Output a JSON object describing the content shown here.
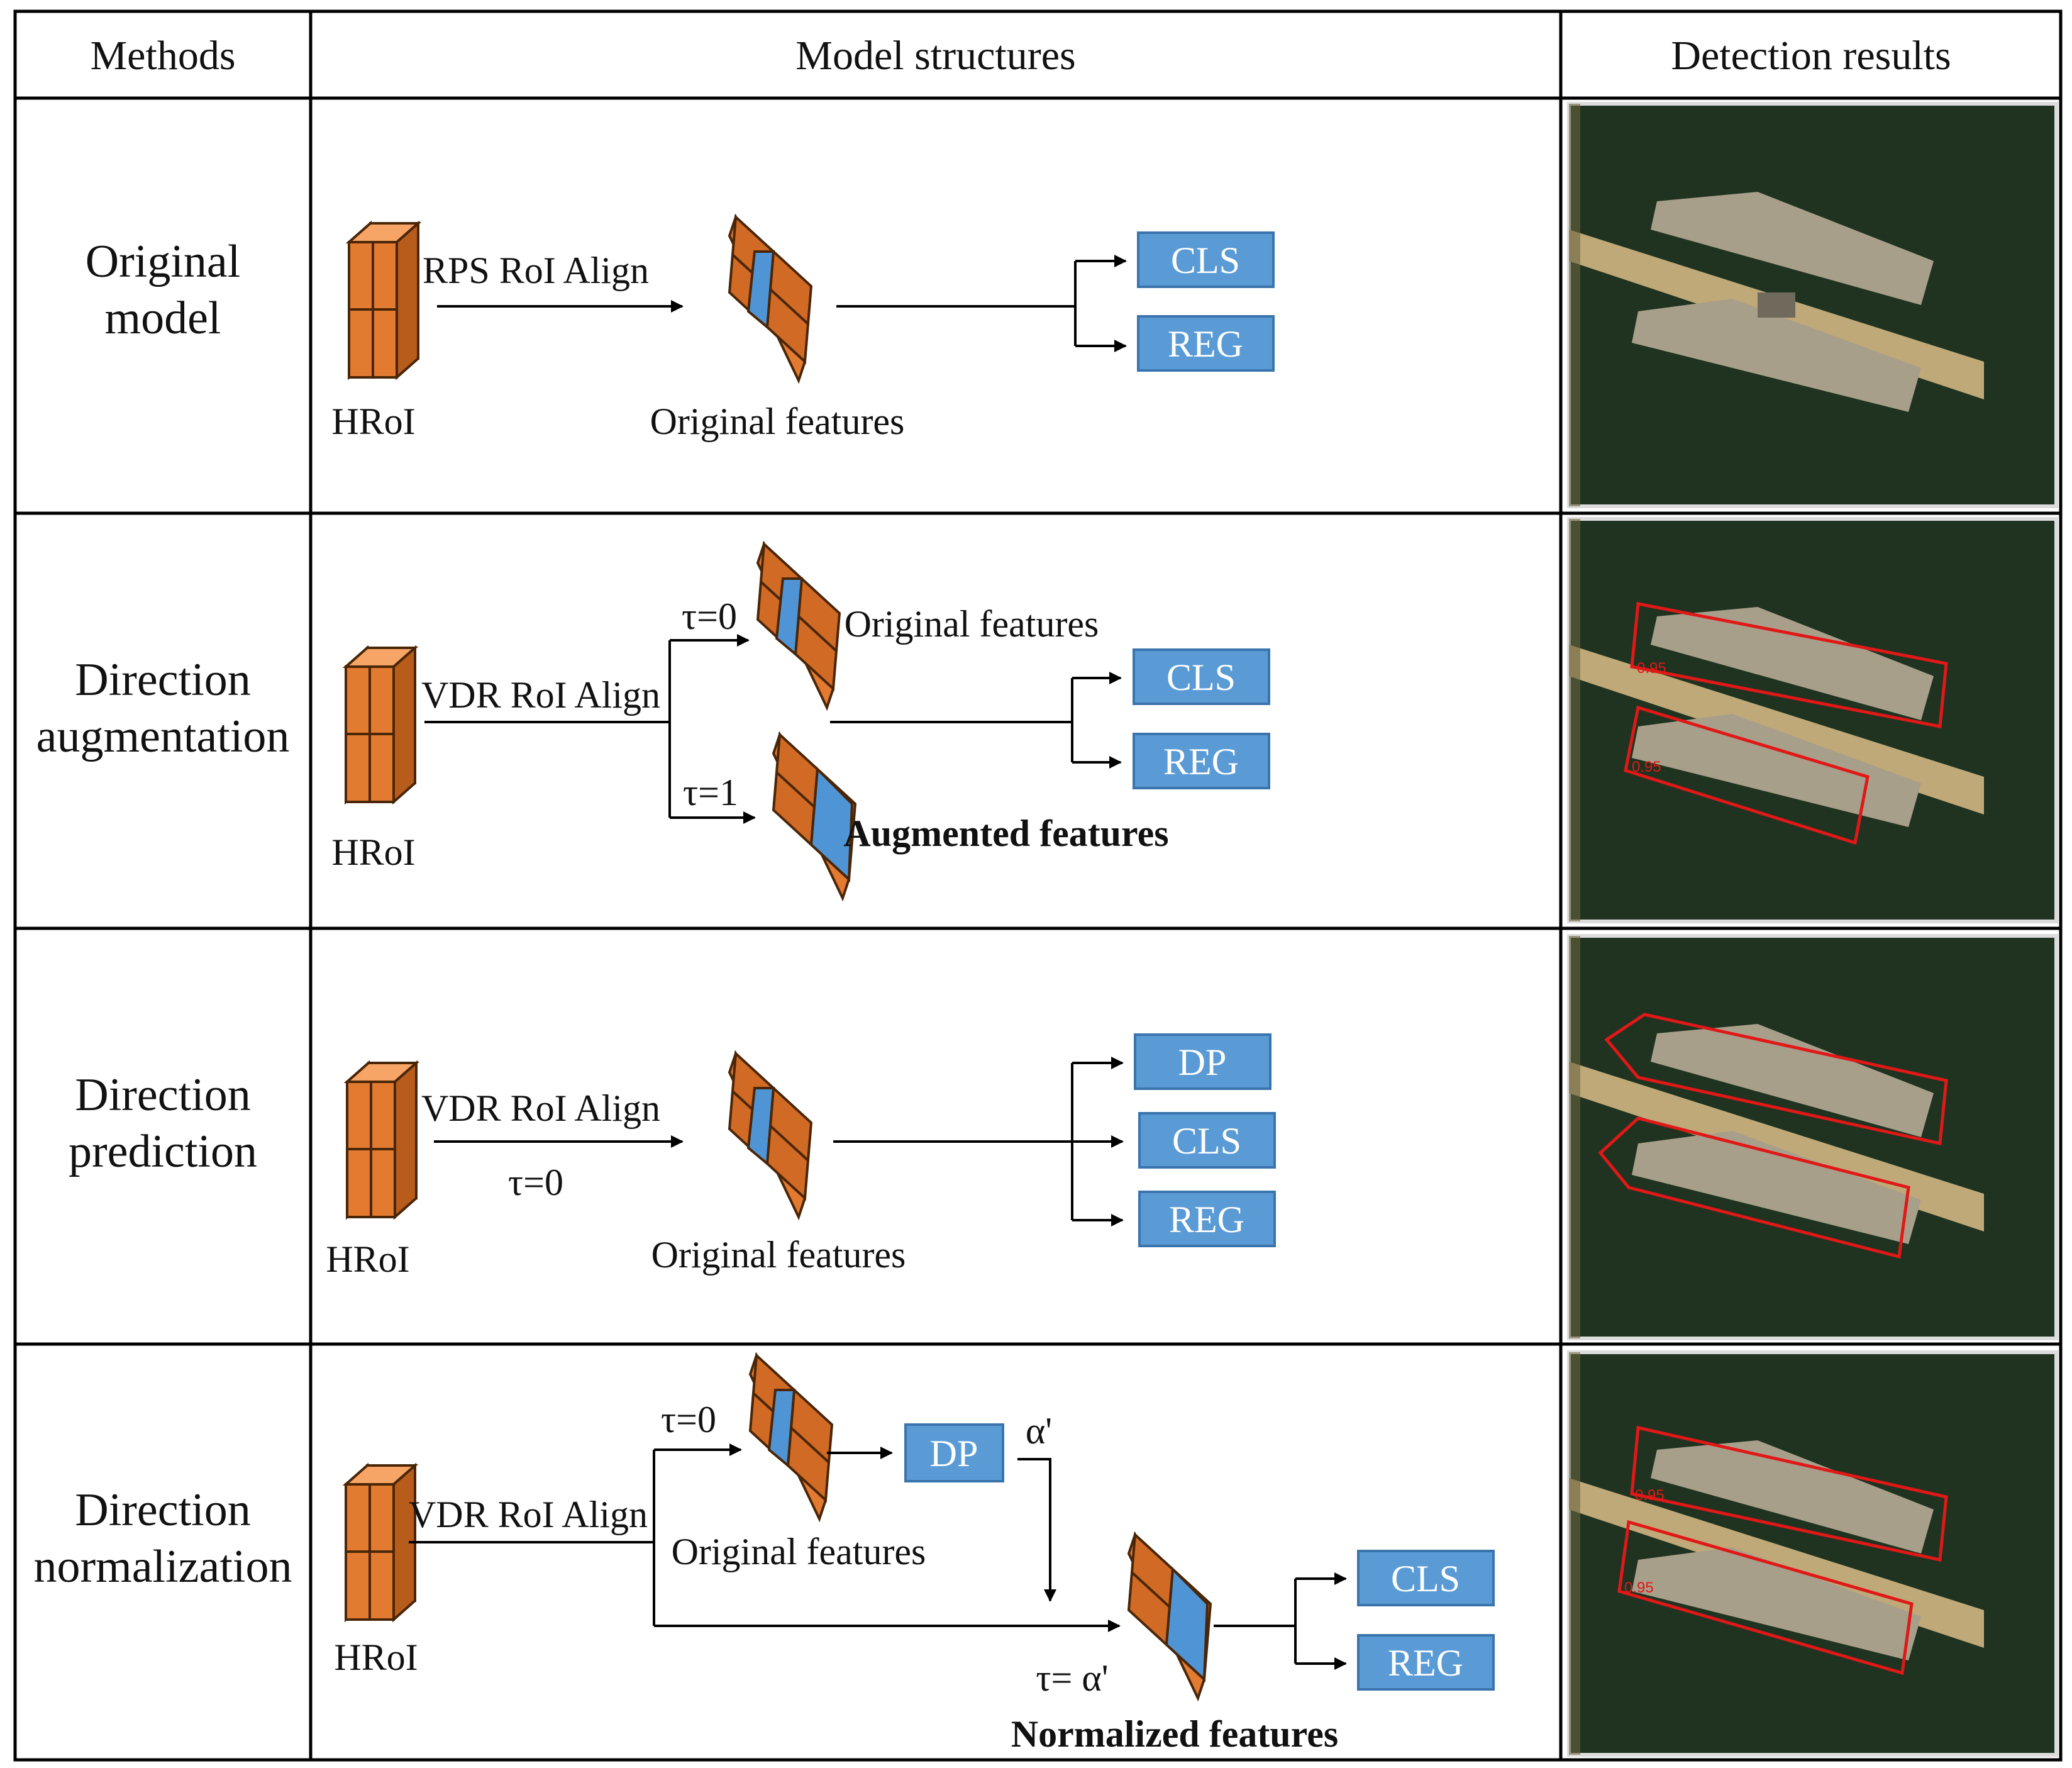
{
  "headers": {
    "methods": "Methods",
    "model_structures": "Model structures",
    "detection_results": "Detection results"
  },
  "rows": [
    {
      "method_lines": [
        "Original",
        "model"
      ],
      "input_label": "HRoI",
      "align_label": "RPS RoI Align",
      "features_label": "Original features",
      "heads": [
        "CLS",
        "REG"
      ]
    },
    {
      "method_lines": [
        "Direction",
        "augmentation"
      ],
      "input_label": "HRoI",
      "align_label": "VDR RoI Align",
      "tau_top": "τ=0",
      "tau_bottom": "τ=1",
      "features_label": "Original features",
      "augmented_label": "Augmented features",
      "heads": [
        "CLS",
        "REG"
      ],
      "scores": [
        "0.95",
        "0.95"
      ]
    },
    {
      "method_lines": [
        "Direction",
        "prediction"
      ],
      "input_label": "HRoI",
      "align_label": "VDR RoI Align",
      "tau": "τ=0",
      "features_label": "Original features",
      "heads": [
        "DP",
        "CLS",
        "REG"
      ]
    },
    {
      "method_lines": [
        "Direction",
        "normalization"
      ],
      "input_label": "HRoI",
      "align_label": "VDR RoI Align",
      "tau_top": "τ=0",
      "dp_label": "DP",
      "alpha_label": "α'",
      "tau_alpha": "τ= α'",
      "features_label": "Original features",
      "normalized_label": "Normalized features",
      "heads": [
        "CLS",
        "REG"
      ],
      "scores": [
        "0.95",
        "0.95"
      ]
    }
  ],
  "colors": {
    "cube_front": "#E0752A",
    "cube_side": "#B85C1C",
    "cube_top": "#F29550",
    "cell_highlight": "#4F95D6",
    "head_box": "#5B9BD5",
    "box_border": "#3A74AD",
    "water": "#1F3320",
    "pier": "#BFA978",
    "ship": "#A89F8A",
    "detection": "#E01818"
  }
}
